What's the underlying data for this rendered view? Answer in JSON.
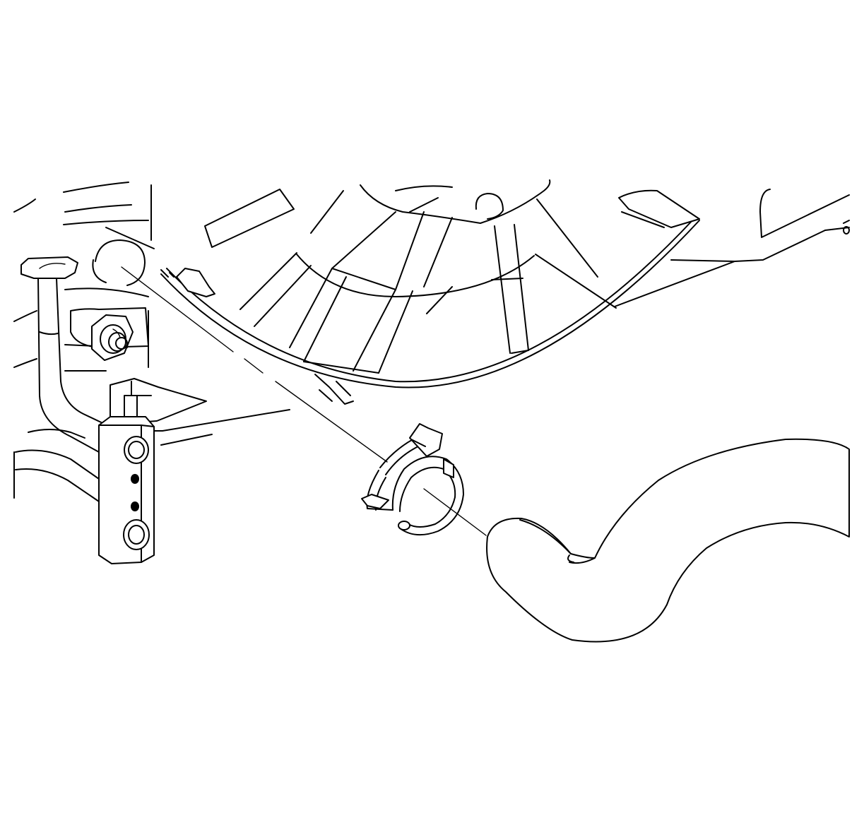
{
  "figure": {
    "kind": "line-art exploded view",
    "colors": {
      "line": "#000000",
      "background": "#ffffff"
    },
    "parts": [
      {
        "id": "radiator-fan-shroud",
        "icon": "fan-shroud"
      },
      {
        "id": "hose-clamp",
        "icon": "spring-clamp"
      },
      {
        "id": "coolant-hose",
        "icon": "hose"
      },
      {
        "id": "radiator-outlet-pipe",
        "icon": "pipe-fitting"
      },
      {
        "id": "mounting-bracket",
        "icon": "bracket"
      }
    ]
  }
}
